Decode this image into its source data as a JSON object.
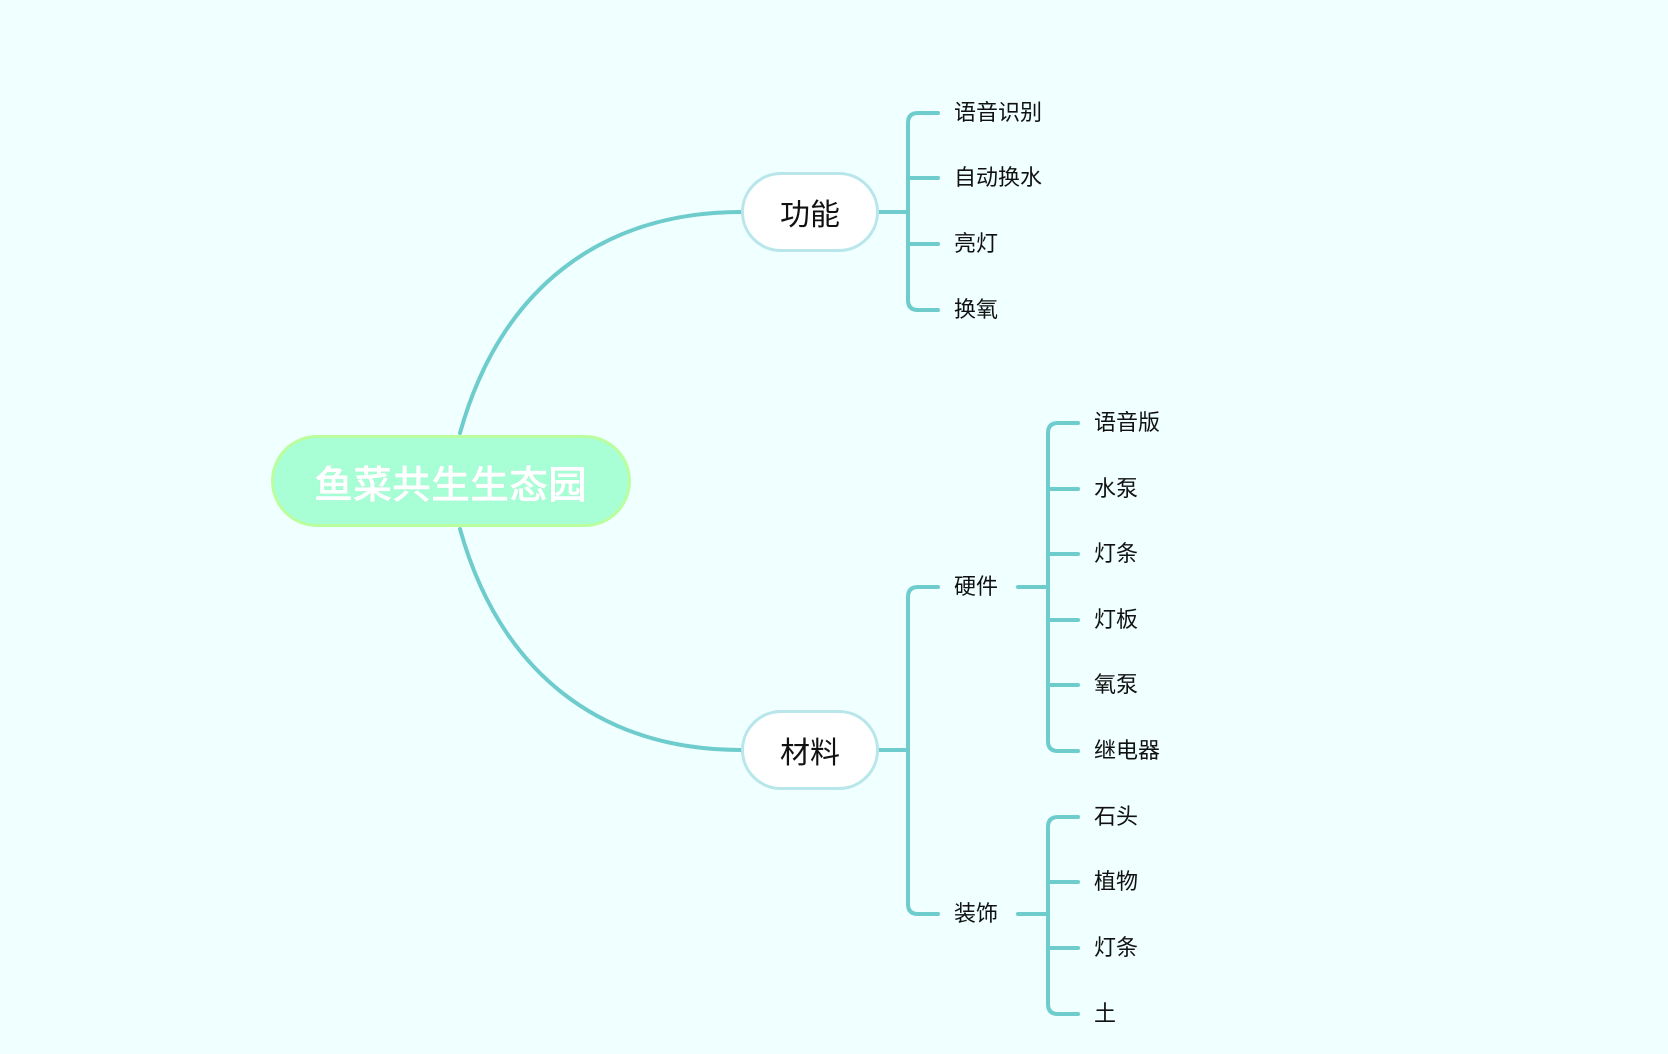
{
  "root": {
    "label": "鱼菜共生生态园"
  },
  "branches": {
    "functions": {
      "label": "功能",
      "items": [
        "语音识别",
        "自动换水",
        "亮灯",
        "换氧"
      ]
    },
    "materials": {
      "label": "材料",
      "groups": [
        {
          "label": "硬件",
          "items": [
            "语音版",
            "水泵",
            "灯条",
            "灯板",
            "氧泵",
            "继电器"
          ]
        },
        {
          "label": "装饰",
          "items": [
            "石头",
            "植物",
            "灯条",
            "土"
          ]
        }
      ]
    }
  },
  "colors": {
    "line": "#6ecccc",
    "root_fill": "#a8ffd6",
    "root_border": "#b9ff9e",
    "node_border": "#b8e6ea",
    "background": "#f0ffff"
  }
}
